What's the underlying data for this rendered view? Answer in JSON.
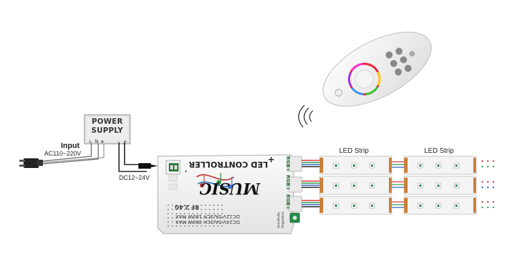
{
  "power_supply": {
    "title_line1": "POWER",
    "title_line2": "SUPPLY",
    "terminals": [
      "L",
      "N",
      "+",
      "-",
      "+"
    ]
  },
  "input": {
    "label": "Input",
    "voltage": "AC110~220V"
  },
  "output": {
    "voltage": "DC12~24V"
  },
  "controller": {
    "title": "LED CONTROLLER",
    "brand": "MUSIC",
    "model": "RF 2.4G",
    "spec1": "DC12V-5A/3CH 180W MAX",
    "spec2": "DC24V-5A/3CH 360W MAX",
    "port_labels": [
      "RGB+",
      "RGB+",
      "RGB+"
    ],
    "sens_label1": "Sensitivity",
    "sens_label2": "Regulation",
    "input_marks": [
      "+",
      "-"
    ]
  },
  "strips": {
    "label_left": "LED Strip",
    "label_right": "LED Strip"
  },
  "colors": {
    "strip": "#f4f4f4",
    "led": "#1e8a4f",
    "wire": "#555555",
    "remote_ring": "rainbow"
  },
  "icons": [
    "plug-icon",
    "remote-icon",
    "signal-waves-icon",
    "music-notes-icon"
  ]
}
